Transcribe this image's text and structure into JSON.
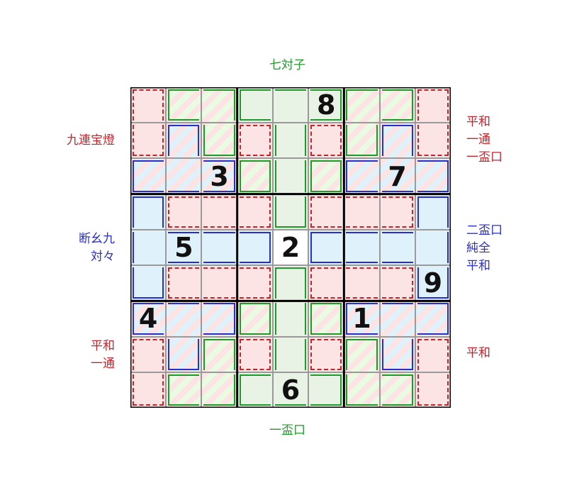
{
  "colors": {
    "red": "#c0272d",
    "blue": "#2a2fc8",
    "green": "#1f9a2a"
  },
  "labels": {
    "top": "七対子",
    "bottom": "一盃口",
    "left_top": "九連宝燈",
    "left_mid": [
      "断幺九",
      "対々"
    ],
    "left_bottom": [
      "平和",
      "一通"
    ],
    "right_top": [
      "平和",
      "一通",
      "一盃口"
    ],
    "right_mid": [
      "二盃口",
      "純全",
      "平和"
    ],
    "right_bottom": "平和"
  },
  "cells": [
    [
      "P",
      "PG",
      "PG",
      "G",
      "G",
      "G",
      "PG",
      "PG",
      "P"
    ],
    [
      "P",
      "PB",
      "PG",
      "P",
      "G",
      "P",
      "PG",
      "PB",
      "P"
    ],
    [
      "PB",
      "PB",
      "PB",
      "PG",
      "G",
      "PG",
      "PB",
      "PB",
      "PB"
    ],
    [
      "B",
      "P",
      "P",
      "P",
      "G",
      "P",
      "P",
      "P",
      "B"
    ],
    [
      "B",
      "B",
      "B",
      "B",
      "W",
      "B",
      "B",
      "B",
      "B"
    ],
    [
      "B",
      "P",
      "P",
      "P",
      "G",
      "P",
      "P",
      "P",
      "B"
    ],
    [
      "PB",
      "PB",
      "PB",
      "PG",
      "G",
      "PG",
      "PB",
      "PB",
      "PB"
    ],
    [
      "P",
      "PB",
      "PG",
      "P",
      "G",
      "P",
      "PG",
      "PB",
      "P"
    ],
    [
      "P",
      "PG",
      "PG",
      "G",
      "G",
      "G",
      "PG",
      "PG",
      "P"
    ]
  ],
  "givens": [
    [
      "",
      "",
      "",
      "",
      "",
      "8",
      "",
      "",
      ""
    ],
    [
      "",
      "",
      "",
      "",
      "",
      "",
      "",
      "",
      ""
    ],
    [
      "",
      "",
      "3",
      "",
      "",
      "",
      "",
      "7",
      ""
    ],
    [
      "",
      "",
      "",
      "",
      "",
      "",
      "",
      "",
      ""
    ],
    [
      "",
      "5",
      "",
      "",
      "2",
      "",
      "",
      "",
      ""
    ],
    [
      "",
      "",
      "",
      "",
      "",
      "",
      "",
      "",
      "9"
    ],
    [
      "4",
      "",
      "",
      "",
      "",
      "",
      "1",
      "",
      ""
    ],
    [
      "",
      "",
      "",
      "",
      "",
      "",
      "",
      "",
      ""
    ],
    [
      "",
      "",
      "",
      "",
      "6",
      "",
      "",
      "",
      ""
    ]
  ]
}
